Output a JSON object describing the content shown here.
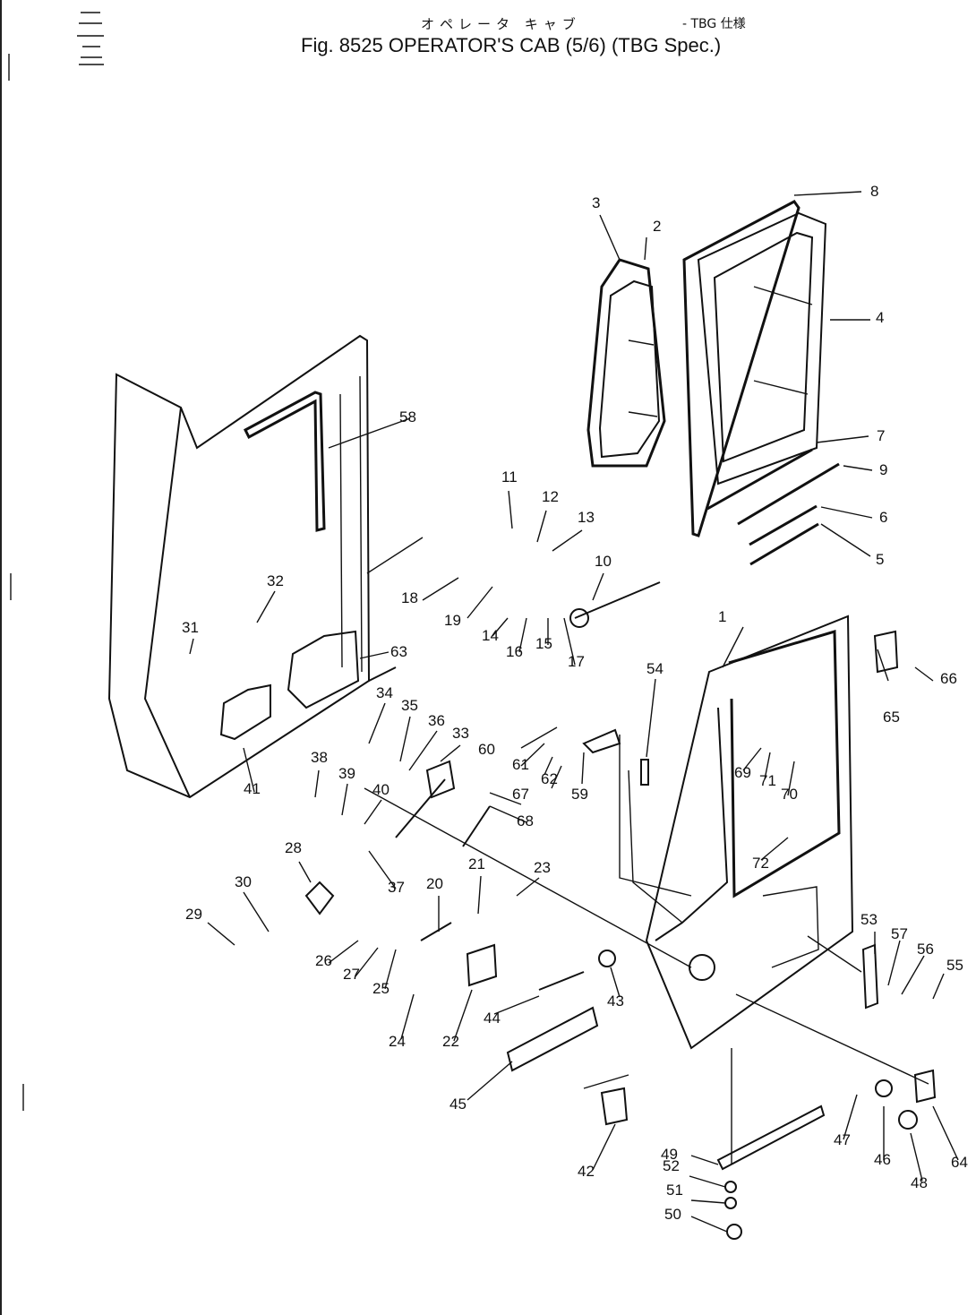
{
  "header": {
    "japanese_title": "オペレータ キャブ",
    "japanese_spec": "- TBG 仕様",
    "figure_title": "Fig. 8525 OPERATOR'S CAB (5/6) (TBG Spec.)"
  },
  "callouts": [
    "1",
    "2",
    "3",
    "4",
    "5",
    "6",
    "7",
    "8",
    "9",
    "10",
    "11",
    "12",
    "13",
    "14",
    "15",
    "16",
    "17",
    "18",
    "19",
    "20",
    "21",
    "22",
    "23",
    "24",
    "25",
    "26",
    "27",
    "28",
    "29",
    "30",
    "31",
    "32",
    "33",
    "34",
    "35",
    "36",
    "37",
    "38",
    "39",
    "40",
    "41",
    "42",
    "43",
    "44",
    "45",
    "46",
    "47",
    "48",
    "49",
    "50",
    "51",
    "52",
    "53",
    "54",
    "55",
    "56",
    "57",
    "58",
    "59",
    "60",
    "61",
    "62",
    "63",
    "64",
    "65",
    "66",
    "67",
    "68",
    "69",
    "70",
    "71",
    "72"
  ]
}
